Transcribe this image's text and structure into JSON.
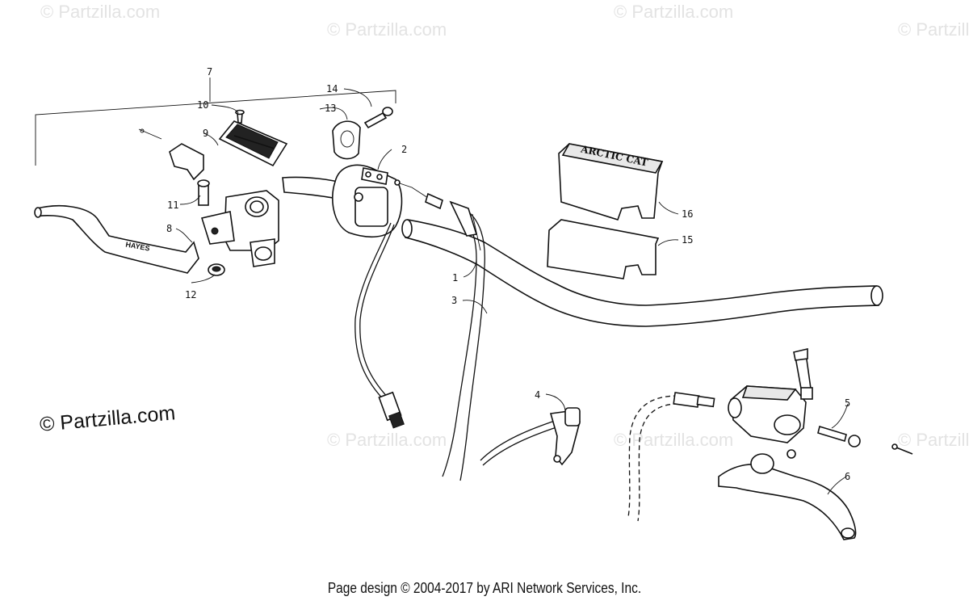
{
  "watermarks": {
    "small": "© Partzilla.com",
    "large": "© Partzilla.com"
  },
  "footer": "Page design © 2004-2017 by ARI Network Services, Inc.",
  "callouts": [
    "1",
    "2",
    "3",
    "4",
    "5",
    "6",
    "7",
    "8",
    "9",
    "10",
    "11",
    "12",
    "13",
    "14",
    "15",
    "16"
  ],
  "pad_text": "ARCTIC CAT",
  "lever_text": "HAYES"
}
